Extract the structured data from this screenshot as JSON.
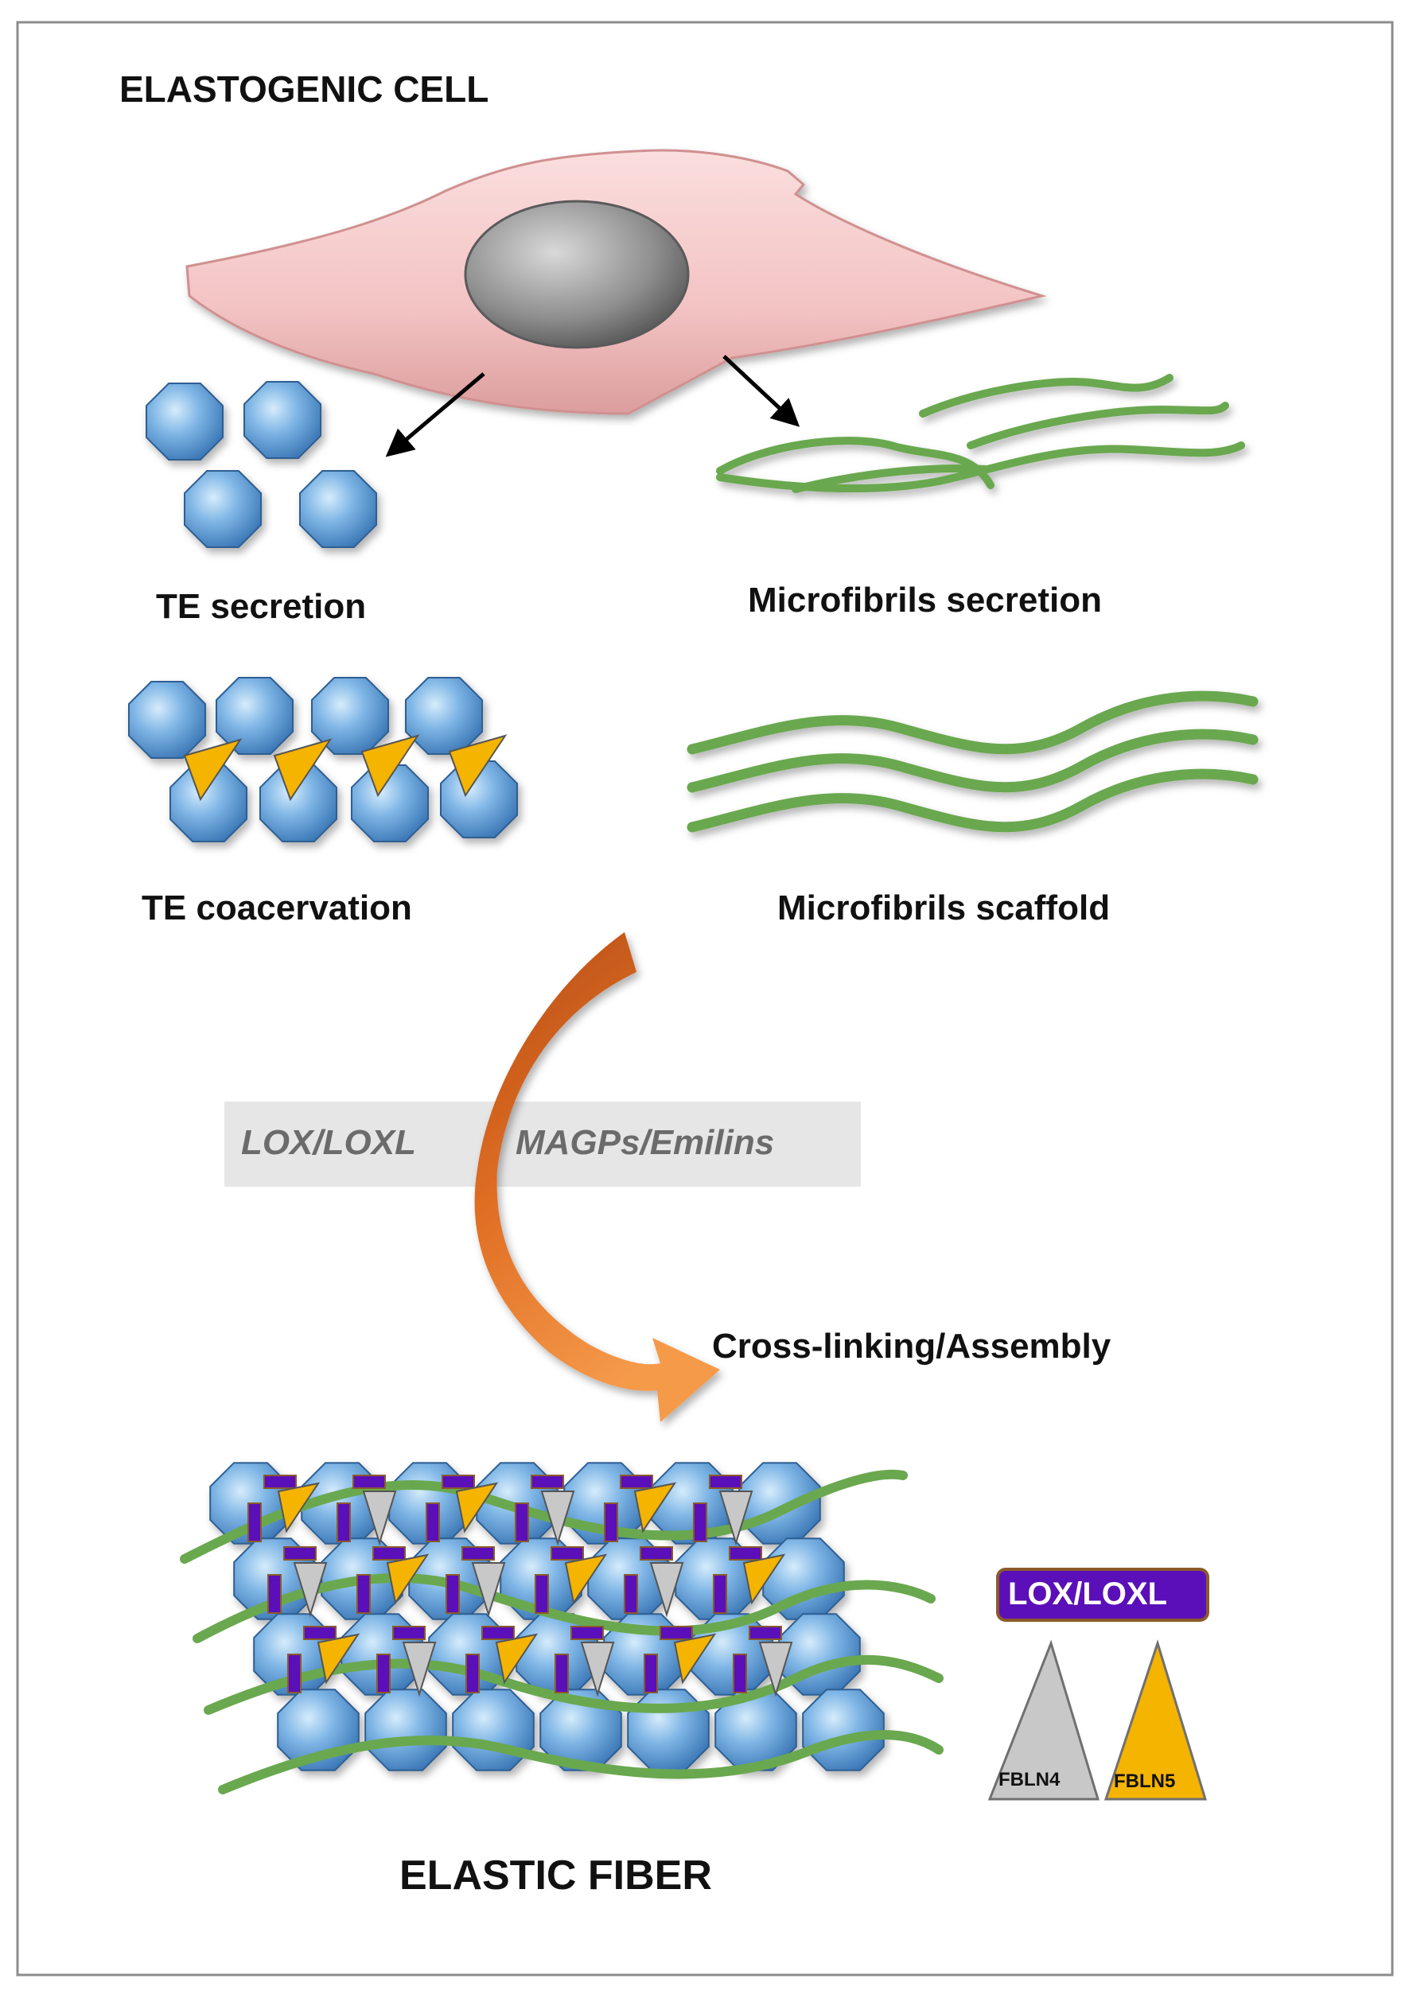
{
  "title": "ELASTOGENIC CELL",
  "steps": {
    "te_secretion": "TE secretion",
    "microfibrils_secretion": "Microfibrils secretion",
    "te_coacervation": "TE coacervation",
    "microfibrils_scaffold": "Microfibrils scaffold"
  },
  "process": {
    "factor_left": "LOX/LOXL",
    "factor_right": "MAGPs/Emilins",
    "result": "Cross-linking/Assembly"
  },
  "fiber_label": "ELASTIC FIBER",
  "legend": {
    "lox": "LOX/LOXL",
    "fbln4": "FBLN4",
    "fbln5": "FBLN5"
  },
  "colors": {
    "cell": "#f2c2c2",
    "nucleus": "#8a8a8a",
    "tropoelastin": "#6fa8dc",
    "microfibril": "#6aa84f",
    "arrow_orange": "#e87a2e",
    "lox": "#5a0fb8",
    "fbln4": "#c8c8c8",
    "fbln5": "#f5b400",
    "panel_bg": "#e6e6e6"
  }
}
